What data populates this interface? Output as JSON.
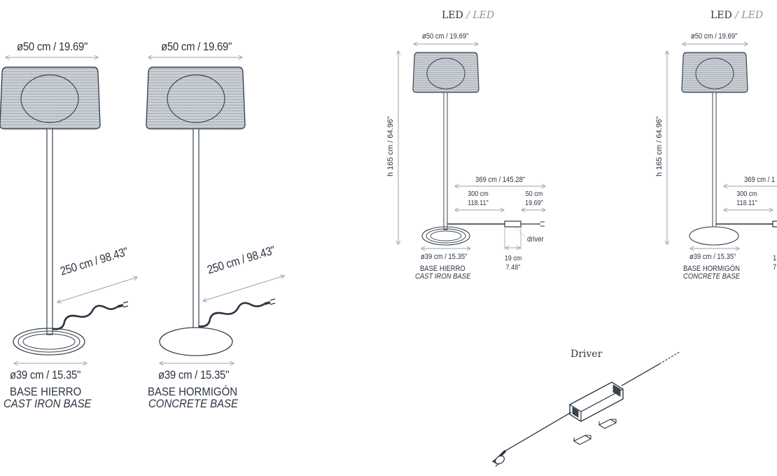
{
  "large_left": {
    "shade_diameter": "ø50 cm / 19.69\"",
    "cable_length": "250 cm / 98.43\"",
    "base_diameter": "ø39 cm / 15.35\"",
    "base_es": "BASE HIERRO",
    "base_en": "CAST IRON BASE"
  },
  "large_right": {
    "shade_diameter": "ø50 cm / 19.69\"",
    "cable_length": "250 cm / 98.43\"",
    "base_diameter": "ø39 cm / 15.35\"",
    "base_es": "BASE HORMIGÓN",
    "base_en": "CONCRETE BASE"
  },
  "small_left": {
    "title_es": "LED",
    "title_sep": "/",
    "title_en": "LED",
    "shade_diameter": "ø50 cm / 19.69\"",
    "height": "h 165 cm / 64.96\"",
    "total_cable": "369 cm / 145.28\"",
    "cable_to_driver_cm": "300 cm",
    "cable_to_driver_in": "118.11\"",
    "driver_cable_cm": "50 cm",
    "driver_cable_in": "19.69\"",
    "driver_label": "driver",
    "driver_len_cm": "19 cm",
    "driver_len_in": "7.48\"",
    "base_diameter": "ø39 cm / 15.35\"",
    "base_es": "BASE HIERRO",
    "base_en": "CAST IRON BASE"
  },
  "small_right": {
    "title_es": "LED",
    "title_sep": "/",
    "title_en": "LED",
    "shade_diameter": "ø50 cm / 19.69\"",
    "height": "h 165 cm / 64.96\"",
    "total_cable": "369 cm / 1",
    "cable_to_driver_cm": "300 cm",
    "cable_to_driver_in": "118.11\"",
    "driver_len_cm": "1",
    "driver_len_in": "7",
    "base_diameter": "ø39 cm / 15.35\"",
    "base_es": "BASE HORMIGÓN",
    "base_en": "CONCRETE BASE"
  },
  "driver_detail": {
    "title": "Driver"
  },
  "colors": {
    "line": "#3a4350",
    "dim": "#9aa3ad",
    "shade_fill": "#ccd1d6"
  }
}
